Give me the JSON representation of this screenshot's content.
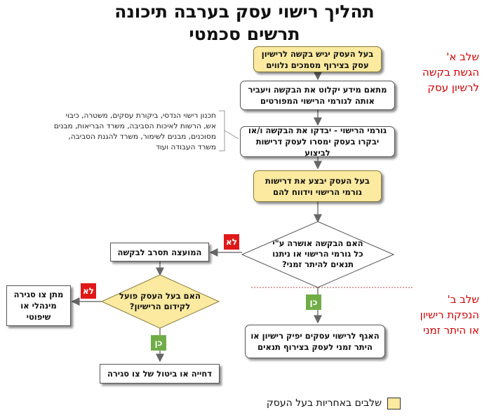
{
  "title": {
    "line1": "תהליך רישוי עסק בערבה תיכונה",
    "line2": "תרשים סכמטי"
  },
  "steps": {
    "submit_request": "בעל העסק יגיש בקשה לרישיון עסק בצירוף מסמכים נלווים",
    "coordinator": "מתאם מידע יקלוט את הבקשה ויעביר אותה לגורמי הרישוי המפורטים",
    "authorities_review": "גורמי הרישוי - יבדקו את הבקשה ו/או יבקרו בעסק ימסרו לעסק דרישות לביצוע",
    "owner_performs": "בעל העסק יבצע את דרישות גורמי הרישוי וידווח להם",
    "council_rejects": "המועצה תסרב לבקשה",
    "closure_order": "מתן צו סגירה מינהלי או שיפוטי",
    "deferral": "דחייה או ביטול של צו סגירה",
    "issue_license": "האגף לרישוי עסקים יפיק רישיון או היתר זמני לעסק בצירוף תנאים"
  },
  "decisions": {
    "approved": "האם הבקשה אושרה ע\"י כל גורמי הרישוי או ניתנו תנאים להיתר זמני?",
    "operates_toward_license": "האם בעל העסק פועל לקידום הרישיון?"
  },
  "badges": {
    "no_1": "לא",
    "no_2": "לא",
    "yes_1": "כן",
    "yes_2": "כן"
  },
  "authorities_note": "תכנון רישוי הנדסי, ביקורת עסקים, משטרה, כיבוי אש, הרשות לאיכות הסביבה, משרד הבריאות, מבנים מסוכנים, מבנים לשימור, משרד להגנת הסביבה, משרד העבודה ועוד",
  "stages": {
    "a_title": "שלב א'",
    "a_line1": "הגשת בקשה",
    "a_line2": "לרשיון עסק",
    "b_title": "שלב ב'",
    "b_line1": "הנפקת רישיון",
    "b_line2": "או היתר זמני"
  },
  "legend": {
    "label": "שלבים באחריות בעל העסק"
  },
  "colors": {
    "owner_step_fill": "#fbeaa0",
    "no_badge": "#e01818",
    "yes_badge": "#70ad47",
    "stage_text": "#d40000"
  }
}
